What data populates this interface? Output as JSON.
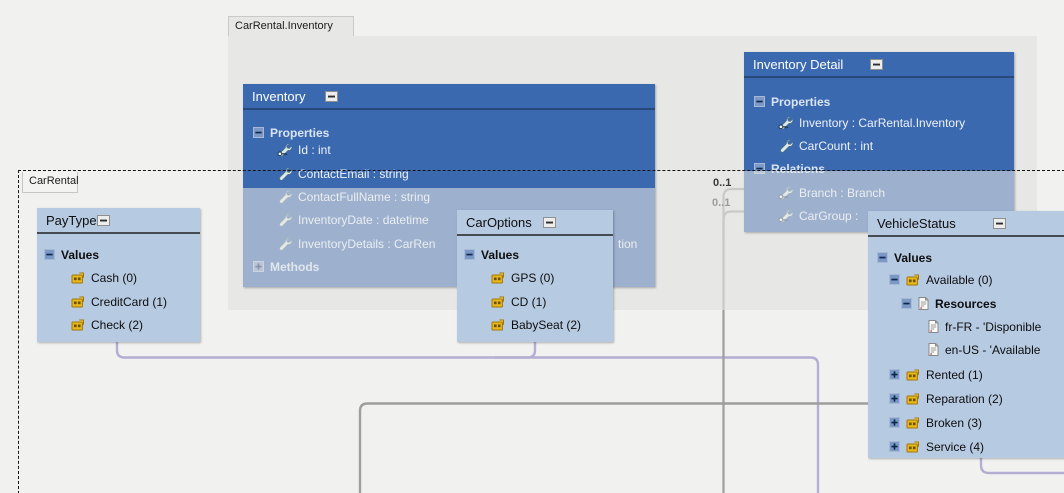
{
  "tabs": {
    "inventory_container": "CarRental.Inventory",
    "carrental_container": "CarRental"
  },
  "inventory": {
    "title": "Inventory",
    "properties_label": "Properties",
    "methods_label": "Methods",
    "properties": [
      {
        "text": "Id : int"
      },
      {
        "text": "ContactEmail : string"
      },
      {
        "text": "ContactFullName : string"
      },
      {
        "text": "InventoryDate : datetime"
      },
      {
        "text": "InventoryDetails : CarRen"
      }
    ],
    "occluded_fragment": "tion"
  },
  "inventory_detail": {
    "title": "Inventory Detail",
    "properties_label": "Properties",
    "relations_label": "Relations",
    "properties": [
      {
        "text": "Inventory : CarRental.Inventory"
      },
      {
        "text": "CarCount : int"
      }
    ],
    "relations": [
      {
        "text": "Branch : Branch"
      },
      {
        "text": "CarGroup :"
      }
    ]
  },
  "paytype": {
    "title": "PayType",
    "values_label": "Values",
    "values": [
      "Cash (0)",
      "CreditCard (1)",
      "Check (2)"
    ]
  },
  "caroptions": {
    "title": "CarOptions",
    "values_label": "Values",
    "values": [
      "GPS (0)",
      "CD (1)",
      "BabySeat (2)"
    ]
  },
  "vehiclestatus": {
    "title": "VehicleStatus",
    "values_label": "Values",
    "expanded_value": {
      "label": "Available (0)",
      "resources_label": "Resources",
      "resources": [
        "fr-FR - 'Disponible",
        "en-US - 'Available"
      ]
    },
    "collapsed_values": [
      "Rented (1)",
      "Reparation (2)",
      "Broken (3)",
      "Service (4)"
    ]
  },
  "multiplicities": [
    "0..1",
    "0..1"
  ],
  "colors": {
    "entity_blue": "#3b69b0",
    "enum_blue": "#b6cae2",
    "container_gray": "#e7e7e5",
    "page_gray": "#f1f1f0",
    "connector_lavender": "#b3aed2",
    "connector_gray": "#9e9e9e",
    "connector_gray_faded": "#c9c9c9",
    "enum_icon_gold": "#e8b71e"
  }
}
